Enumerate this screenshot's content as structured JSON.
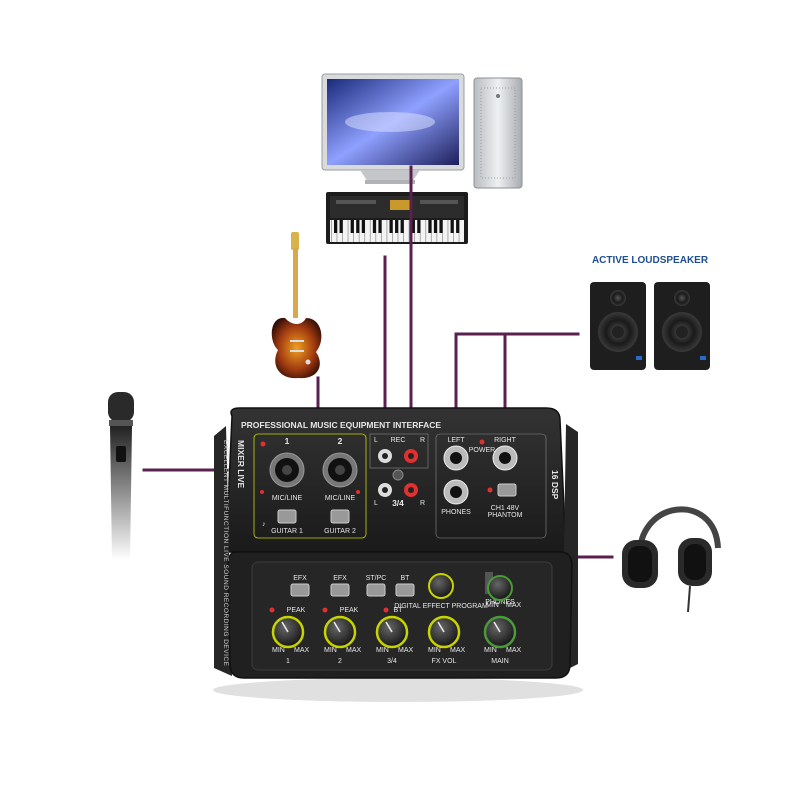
{
  "devices": {
    "computer": "computer",
    "keyboard": "keyboard",
    "guitar": "electric-guitar",
    "microphone": "microphone",
    "headphones": "headphones",
    "speakers": "studio-monitors"
  },
  "speaker_label": "ACTIVE LOUDSPEAKER",
  "mixer": {
    "header": "PROFESSIONAL MUSIC EQUIPMENT INTERFACE",
    "brand": "MIXER LIVE",
    "tagline": "EXCELLENT MULTIFUNCTION LIVE SOUND RECORDING DEVICE",
    "ch1_num": "1",
    "ch2_num": "2",
    "mic_line": "MIC/LINE",
    "guitar1": "GUITAR 1",
    "guitar2": "GUITAR 2",
    "rec_l": "L",
    "rec": "REC",
    "rec_r": "R",
    "ch34": "3/4",
    "left": "LEFT",
    "right": "RIGHT",
    "power": "POWER",
    "phones": "PHONES",
    "phantom_1": "CH1 48V",
    "phantom_2": "PHANTOM",
    "dsp": "16 DSP",
    "buttons": [
      "EFX",
      "EFX",
      "ST/PC",
      "BT"
    ],
    "peak": "PEAK",
    "bt": "BT",
    "digital_effect": "DIGITAL EFFECT PROGRAM",
    "min": "MIN",
    "max": "MAX",
    "knobs": [
      "1",
      "2",
      "3/4",
      "FX VOL",
      "MAIN"
    ],
    "phones_knob": "PHONES"
  },
  "colors": {
    "cable": "#5a2150",
    "panel": "#2a2a2a",
    "accent_red": "#e03030",
    "brand_blue": "#1f4f8f",
    "knob_ring": "#c8d400"
  }
}
